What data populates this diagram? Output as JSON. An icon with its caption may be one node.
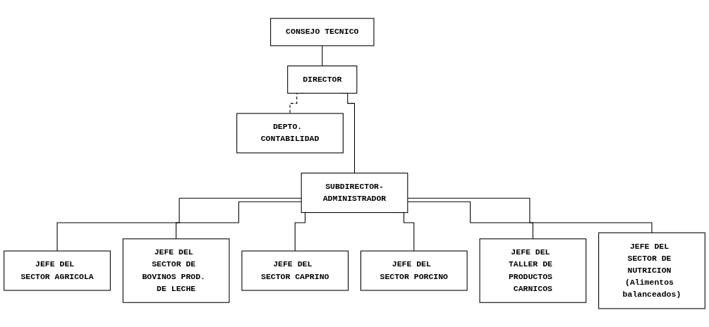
{
  "diagram": {
    "nodes": [
      {
        "text": [
          "CONSEJO TECNICO"
        ]
      },
      {
        "text": [
          "DIRECTOR"
        ]
      },
      {
        "text": [
          "DEPTO. CONTABILIDAD"
        ]
      },
      {
        "text": [
          "SUBDIRECTOR-ADMINISTRADOR"
        ]
      },
      {
        "text": [
          "JEFE DEL SECTOR AGRICOLA"
        ]
      },
      {
        "text": [
          "JEFE DEL SECTOR DE BOVINOS PROD. DE LECHE"
        ]
      },
      {
        "text": [
          "JEFE DEL SECTOR CAPRINO"
        ]
      },
      {
        "text": [
          "JEFE DEL SECTOR PORCINO"
        ]
      },
      {
        "text": [
          "JEFE DEL TALLER DE PRODUCTOS CARNICOS"
        ]
      },
      {
        "text": [
          "JEFE DEL SECTOR DE NUTRICION (Alimentos balanceados)"
        ]
      }
    ],
    "edges": [
      {
        "from": 0,
        "to": 1,
        "arrow": "none"
      },
      {
        "from": 1,
        "to": 3,
        "arrow": "none"
      },
      {
        "from": 1,
        "to": 2,
        "arrow": "none",
        "style": "dashed"
      },
      {
        "from": 3,
        "to": 4,
        "arrow": "none"
      },
      {
        "from": 3,
        "to": 5,
        "arrow": "none"
      },
      {
        "from": 3,
        "to": 6,
        "arrow": "none"
      },
      {
        "from": 3,
        "to": 7,
        "arrow": "none"
      },
      {
        "from": 3,
        "to": 8,
        "arrow": "none"
      },
      {
        "from": 3,
        "to": 9,
        "arrow": "none"
      }
    ]
  }
}
